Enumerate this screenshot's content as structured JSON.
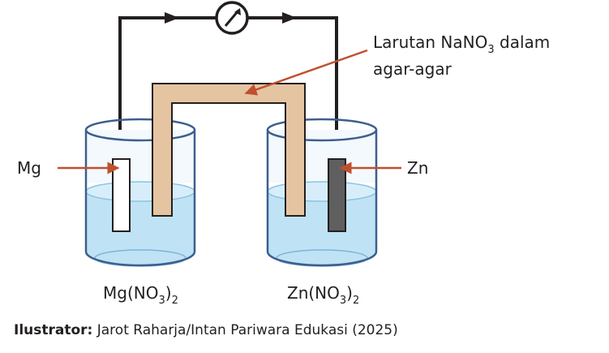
{
  "labels": {
    "left_electrode": "Mg",
    "right_electrode": "Zn",
    "salt_bridge_line1_pre": "Larutan NaNO",
    "salt_bridge_line1_sub": "3",
    "salt_bridge_line1_post": " dalam",
    "salt_bridge_line2": "agar-agar",
    "left_solution_pre": "Mg(NO",
    "left_solution_sub1": "3",
    "left_solution_mid": ")",
    "left_solution_sub2": "2",
    "right_solution_pre": "Zn(NO",
    "right_solution_sub1": "3",
    "right_solution_mid": ")",
    "right_solution_sub2": "2"
  },
  "credit": {
    "label": "Ilustrator:",
    "text": " Jarot Raharja/Intan Pariwara Edukasi (2025)"
  },
  "icons": {
    "meter": "voltmeter-icon"
  },
  "colors": {
    "wire": "#231f20",
    "arrow": "#c0502e",
    "salt_bridge": "#e5c4a2",
    "solution": "#bfe3f5",
    "beaker_outline": "#3d5f8e",
    "zn_electrode": "#5f5f5f",
    "mg_electrode": "#ffffff"
  }
}
